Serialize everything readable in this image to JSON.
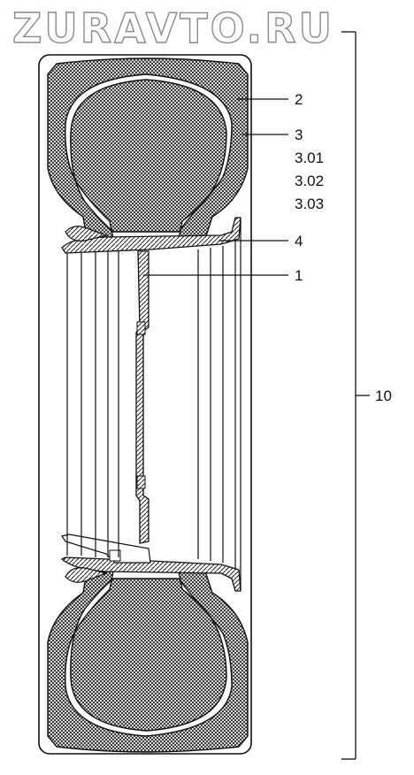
{
  "watermark": "ZURAVTO.RU",
  "callouts": {
    "c2": "2",
    "c3": "3",
    "c301": "3.01",
    "c302": "3.02",
    "c303": "3.03",
    "c4": "4",
    "c1": "1",
    "c10": "10"
  },
  "colors": {
    "line": "#111111",
    "hatch": "#222222",
    "paper": "#ffffff"
  }
}
